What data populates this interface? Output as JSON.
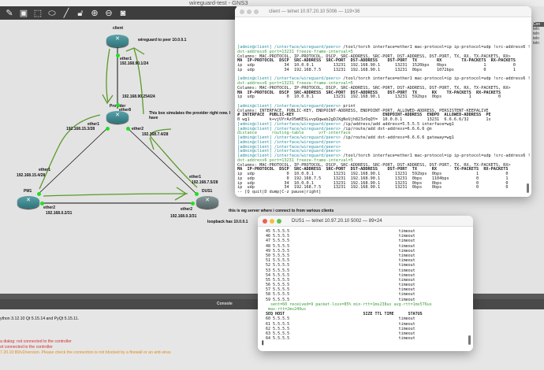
{
  "app": {
    "title": "wireguard-test - GNS3"
  },
  "toolbar": {
    "icons": [
      "note-icon",
      "image-icon",
      "rectangle-icon",
      "ellipse-icon",
      "line-icon",
      "lock-icon",
      "zoom-in-icon",
      "zoom-out-icon",
      "screenshot-icon"
    ]
  },
  "topology": {
    "nodes": {
      "client": "client",
      "provider": "Provider",
      "pm1": "PM1",
      "dus1": "DUS1"
    },
    "labels": {
      "client_ether1": "ether1",
      "client_ip": "192.168.90.1/24",
      "prov_ether8": "ether8",
      "prov_ip8": "192.168.90.254/24",
      "prov_ether1": "ether1",
      "prov_ip1": "192.168.15.3/28",
      "prov_ether2": "ether2",
      "prov_ip2": "192.168.7.4/28",
      "pm1_ether1": "ether1",
      "pm1_ip1": "192.168.15.4/28",
      "pm1_ether2": "ether2",
      "pm1_ip2": "192.168.0.2/31",
      "dus1_ether1": "ether1",
      "dus1_ip1": "192.168.7.5/28",
      "dus1_ether2": "ether2",
      "dus1_ip2": "192.168.0.3/31"
    },
    "notes": {
      "wg_peer": "wireguard to peer 10.0.0.1",
      "provider": "This box simulates the provider right now. I have",
      "server": "this is wg server where i connect to from various clients",
      "loopback": "loopback has 10.0.0.1"
    },
    "link_color": "#111111",
    "annotation_color": "#5a9a2a",
    "port_color": "#22e022"
  },
  "console": {
    "title": "Console",
    "lines": [
      {
        "text": "ython 3.12.10 Qt 5.15.14 and PyQt 5.15.11.",
        "color": "#111111"
      },
      {
        "text": "a dialog: not connected to the controller",
        "color": "#d03030"
      },
      {
        "text": "ot connected to the controller",
        "color": "#d03030"
      },
      {
        "text": "7.20.10:80/v2/version. Please check the connection is not blocked by a firewall or an anti-virus.",
        "color": "#e08a20"
      }
    ]
  },
  "client_term": {
    "title": "client — telnet 10.97.20.10 5006 — 119×36",
    "lines": [
      {
        "p": "[admin@client] /interface/wireguard/peers> ",
        "t": "/tool/torch interface=ether1 mac-protocol=ip ip-protocol=udp !src-address6 !"
      },
      {
        "t": "dst-address6 port=13231 freeze-frame-interval=5",
        "k": "g"
      },
      {
        "t": "Columns: MAC-PROTOCOL, IP-PROTOCOL, DSCP, SRC-ADDRESS, SRC-PORT, DST-ADDRESS, DST-PORT, TX, RX, TX-PACKETS, RX>"
      },
      {
        "t": "MA  IP-PROTOCOL  DSCP  SRC-ADDRESS  SRC-PORT  DST-ADDRESS    DST-PORT  TX        RX        TX-PACKETS  RX-PACKETS",
        "k": "b"
      },
      {
        "t": "ip  udp            34  10.0.0.1        13231  192.168.90.1      13231  1520bps   0bps               1           0"
      },
      {
        "t": "ip  udp            34  192.168.7.5     13231  192.168.90.1      13231  0bps      1072bps            0           1"
      },
      {
        "t": ""
      },
      {
        "p": "[admin@client] /interface/wireguard/peers> ",
        "t": "/tool/torch interface=ether1 mac-protocol=ip ip-protocol=udp !src-address6 !"
      },
      {
        "t": "dst-address6 port=13231 freeze-frame-interval=5",
        "k": "g"
      },
      {
        "t": "Columns: MAC-PROTOCOL, IP-PROTOCOL, DSCP, SRC-ADDRESS, SRC-PORT, DST-ADDRESS, DST-PORT, TX, RX, TX-PACKETS, RX>"
      },
      {
        "t": "MA  IP-PROTOCOL  DSCP  SRC-ADDRESS  SRC-PORT  DST-ADDRESS    DST-PORT  TX      RX    TX-PACKETS  RX-PACKETS",
        "k": "b"
      },
      {
        "t": "ip  udp             0  10.0.0.1        13231  192.168.90.1      13231  592bps  0bps           1           0"
      },
      {
        "t": ""
      },
      {
        "p": "[admin@client] /interface/wireguard/peers> ",
        "t": "print"
      },
      {
        "t": "Columns: INTERFACE, PUBLIC-KEY, ENDPOINT-ADDRESS, ENDPOINT-PORT, ALLOWED-ADDRESS, PERSISTENT-KEEPALIVE"
      },
      {
        "t": "# INTERFACE  PUBLIC-KEY                                    ENDPOINT-ADDRESS  ENDPO  ALLOWED-ADDRESS  PE",
        "k": "b"
      },
      {
        "t": "0 wg1        k+vjUYrAzO5mKESLvvpQqwab2gDJXgNoUjh823zOqQY=  10.0.0.1          13231  6.6.6.6/32       1s"
      },
      {
        "p": "[admin@client] /interface/wireguard/peers> ",
        "t": "/ip/address/add address=5.5.5.5 interface=wg1"
      },
      {
        "p": "[admin@client] /interface/wireguard/peers> ",
        "t": "/ip/route/add dst-address=6.6.6.6 @n"
      },
      {
        "t": "distance      routing-table      vrf-interface",
        "k": "g"
      },
      {
        "p": "[admin@client] /interface/wireguard/peers> ",
        "t": "/ip/route/add dst-address=6.6.6.6 gateway=wg1"
      },
      {
        "p": "[admin@client] /interface/wireguard/peers> ",
        "t": ""
      },
      {
        "p": "[admin@client] /interface/wireguard/peers> ",
        "t": ""
      },
      {
        "p": "[admin@client] /interface/wireguard/peers> ",
        "t": ""
      },
      {
        "p": "[admin@client] /interface/wireguard/peers> ",
        "t": "/tool/torch interface=ether1 mac-protocol=ip ip-protocol=udp !src-address6 !"
      },
      {
        "t": "dst-address6 port=13231 freeze-frame-interval=5",
        "k": "g"
      },
      {
        "t": "Columns: MAC-PROTOCOL, IP-PROTOCOL, DSCP, SRC-ADDRESS, SRC-PORT, DST-ADDRESS, DST-PORT, TX, RX, TX-PACKETS, RX>"
      },
      {
        "t": "MA  IP-PROTOCOL  DSCP  SRC-ADDRESS  SRC-PORT  DST-ADDRESS    DST-PORT  TX      RX       TX-PACKETS  RX-PACKETS",
        "k": "b"
      },
      {
        "t": "ip  udp             0  10.0.0.1        13231  192.168.90.1      13231  592bps  0bps              1           0"
      },
      {
        "t": "ip  udp             0  192.168.7.5     13231  192.168.90.1      13231  0bps    1104bps           0           1"
      },
      {
        "t": "ip  udp            34  10.0.0.1        13231  192.168.90.1      13231  0bps    0bps              0           0"
      },
      {
        "t": "ip  udp            34  192.168.7.5     13231  192.168.90.1      13231  0bps    0bps              0           0"
      },
      {
        "t": "-- [Q quit|D dump|C-z pause|right]"
      }
    ]
  },
  "dus1_term": {
    "title": "DUS1 — telnet 10.97.20.10 5002 — 89×24",
    "lines": [
      {
        "t": "  45 5.5.5.5                                              timeout"
      },
      {
        "t": "  46 5.5.5.5                                              timeout"
      },
      {
        "t": "  47 5.5.5.5                                              timeout"
      },
      {
        "t": "  48 5.5.5.5                                              timeout"
      },
      {
        "t": "  49 5.5.5.5                                              timeout"
      },
      {
        "t": "  50 5.5.5.5                                              timeout"
      },
      {
        "t": "  51 5.5.5.5                                              timeout"
      },
      {
        "t": "  52 5.5.5.5                                              timeout"
      },
      {
        "t": "  53 5.5.5.5                                              timeout"
      },
      {
        "t": "  54 5.5.5.5                                              timeout"
      },
      {
        "t": "  55 5.5.5.5                                              timeout"
      },
      {
        "t": "  56 5.5.5.5                                              timeout"
      },
      {
        "t": "  57 5.5.5.5                                              timeout"
      },
      {
        "t": "  58 5.5.5.5                                              timeout"
      },
      {
        "t": "  59 5.5.5.5                                              timeout"
      },
      {
        "t": "    sent=60 received=9 packet-loss=85% min-rtt=1ms238us avg-rtt=1ms576us",
        "k": "g"
      },
      {
        "t": "   max-rtt=2ms249us",
        "k": "g"
      },
      {
        "t": "  SEQ HOST                                 SIZE TTL TIME      STATUS",
        "k": "b"
      },
      {
        "t": "  60 5.5.5.5                                              timeout"
      },
      {
        "t": "  61 5.5.5.5                                              timeout"
      },
      {
        "t": "  62 5.5.5.5                                              timeout"
      },
      {
        "t": "  63 5.5.5.5                                              timeout"
      },
      {
        "t": "  64 5.5.5.5                                              timeout"
      },
      {
        "t": "▐"
      }
    ]
  },
  "bg_window": {
    "items": [
      "Con",
      "teln",
      "teln",
      "teln",
      "teln"
    ]
  }
}
